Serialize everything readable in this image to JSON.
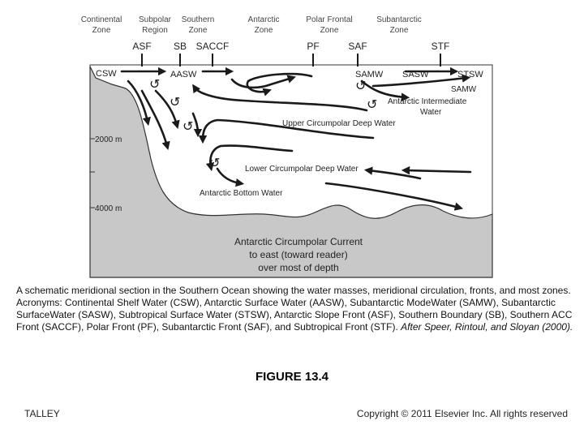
{
  "zones": [
    {
      "line1": "Continental",
      "line2": "Zone"
    },
    {
      "line1": "Subpolar",
      "line2": "Region"
    },
    {
      "line1": "Southern",
      "line2": "Zone"
    },
    {
      "line1": "Antarctic",
      "line2": "Zone"
    },
    {
      "line1": "Polar Frontal",
      "line2": "Zone"
    },
    {
      "line1": "Subantarctic",
      "line2": "Zone"
    }
  ],
  "fronts": [
    "ASF",
    "SB",
    "SACCF",
    "PF",
    "SAF",
    "STF"
  ],
  "surface_masses": [
    "CSW",
    "AASW",
    "SAMW",
    "SASW",
    "STSW",
    "SAMW"
  ],
  "flows": {
    "aaiw_line1": "Antarctic Intermediate",
    "aaiw_line2": "Water",
    "ucdw": "Upper Circumpolar Deep Water",
    "lcdw": "Lower Circumpolar Deep Water",
    "aabw": "Antarctic Bottom Water"
  },
  "depths": [
    "2000 m",
    "4000 m"
  ],
  "acc": {
    "line1": "Antarctic Circumpolar Current",
    "line2": "to east (toward reader)",
    "line3": "over most of depth"
  },
  "caption": {
    "text": "A schematic meridional section in the Southern Ocean showing the water masses, meridional circulation, fronts, and most zones. Acronyms: Continental Shelf Water (CSW), Antarctic Surface Water (AASW), Subantarctic ModeWater (SAMW), Subantarctic  SurfaceWater (SASW), Subtropical Surface Water (STSW), Antarctic Slope Front (ASF), Southern Boundary (SB), Southern ACC Front (SACCF), Polar Front (PF), Subantarctic Front (SAF), and Subtropical Front (STF).",
    "citation": "After Speer, Rintoul, and Sloyan (2000)."
  },
  "figure_title": "FIGURE 13.4",
  "author": "TALLEY",
  "copyright": "Copyright © 2011 Elsevier Inc. All rights reserved",
  "colors": {
    "seafloor": "#c8c8c8",
    "outline": "#333333",
    "arrow": "#1a1a1a"
  }
}
